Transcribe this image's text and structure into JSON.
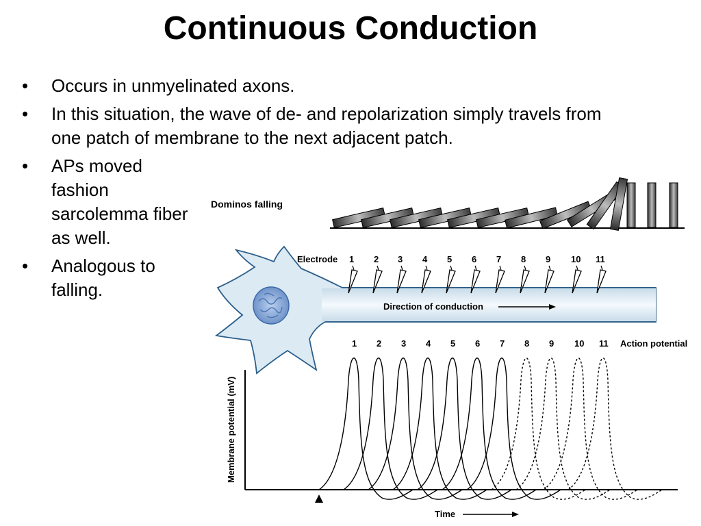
{
  "title": "Continuous Conduction",
  "bullets": [
    "Occurs in unmyelinated axons.",
    "In this situation, the wave of de- and repolarization simply travels from one patch of membrane to the next adjacent patch.",
    "APs moved fashion sarcolemma fiber as well.",
    "Analogous to falling."
  ],
  "bullet_char": "•",
  "figure": {
    "dominos_label": "Dominos falling",
    "electrode_label": "Electrode",
    "direction_label": "Direction of conduction",
    "action_potential_label": "Action potential",
    "y_axis_label": "Membrane potential (mV)",
    "x_axis_label": "Time",
    "numbers": [
      "1",
      "2",
      "3",
      "4",
      "5",
      "6",
      "7",
      "8",
      "9",
      "10",
      "11"
    ],
    "solid_action_potentials": 7,
    "dashed_action_potentials": 4,
    "colors": {
      "neuron_fill": "#dceaf4",
      "nucleus": "#8fb0d8",
      "ink": "#000000"
    }
  }
}
